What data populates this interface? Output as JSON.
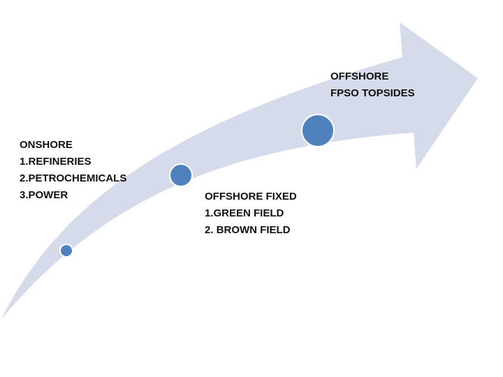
{
  "colors": {
    "arrow_fill": "#d5dbea",
    "node_fill": "#4f81bd",
    "node_stroke": "#ffffff",
    "text": "#111111"
  },
  "stages": {
    "onshore": {
      "title": "ONSHORE",
      "items": [
        "1.REFINERIES",
        "2.PETROCHEMICALS",
        "3.POWER"
      ]
    },
    "offshore_fixed": {
      "title": "OFFSHORE FIXED",
      "items": [
        "1.GREEN FIELD",
        "2. BROWN FIELD"
      ]
    },
    "offshore_fpso": {
      "title": "OFFSHORE",
      "items": [
        "FPSO TOPSIDES"
      ]
    }
  }
}
